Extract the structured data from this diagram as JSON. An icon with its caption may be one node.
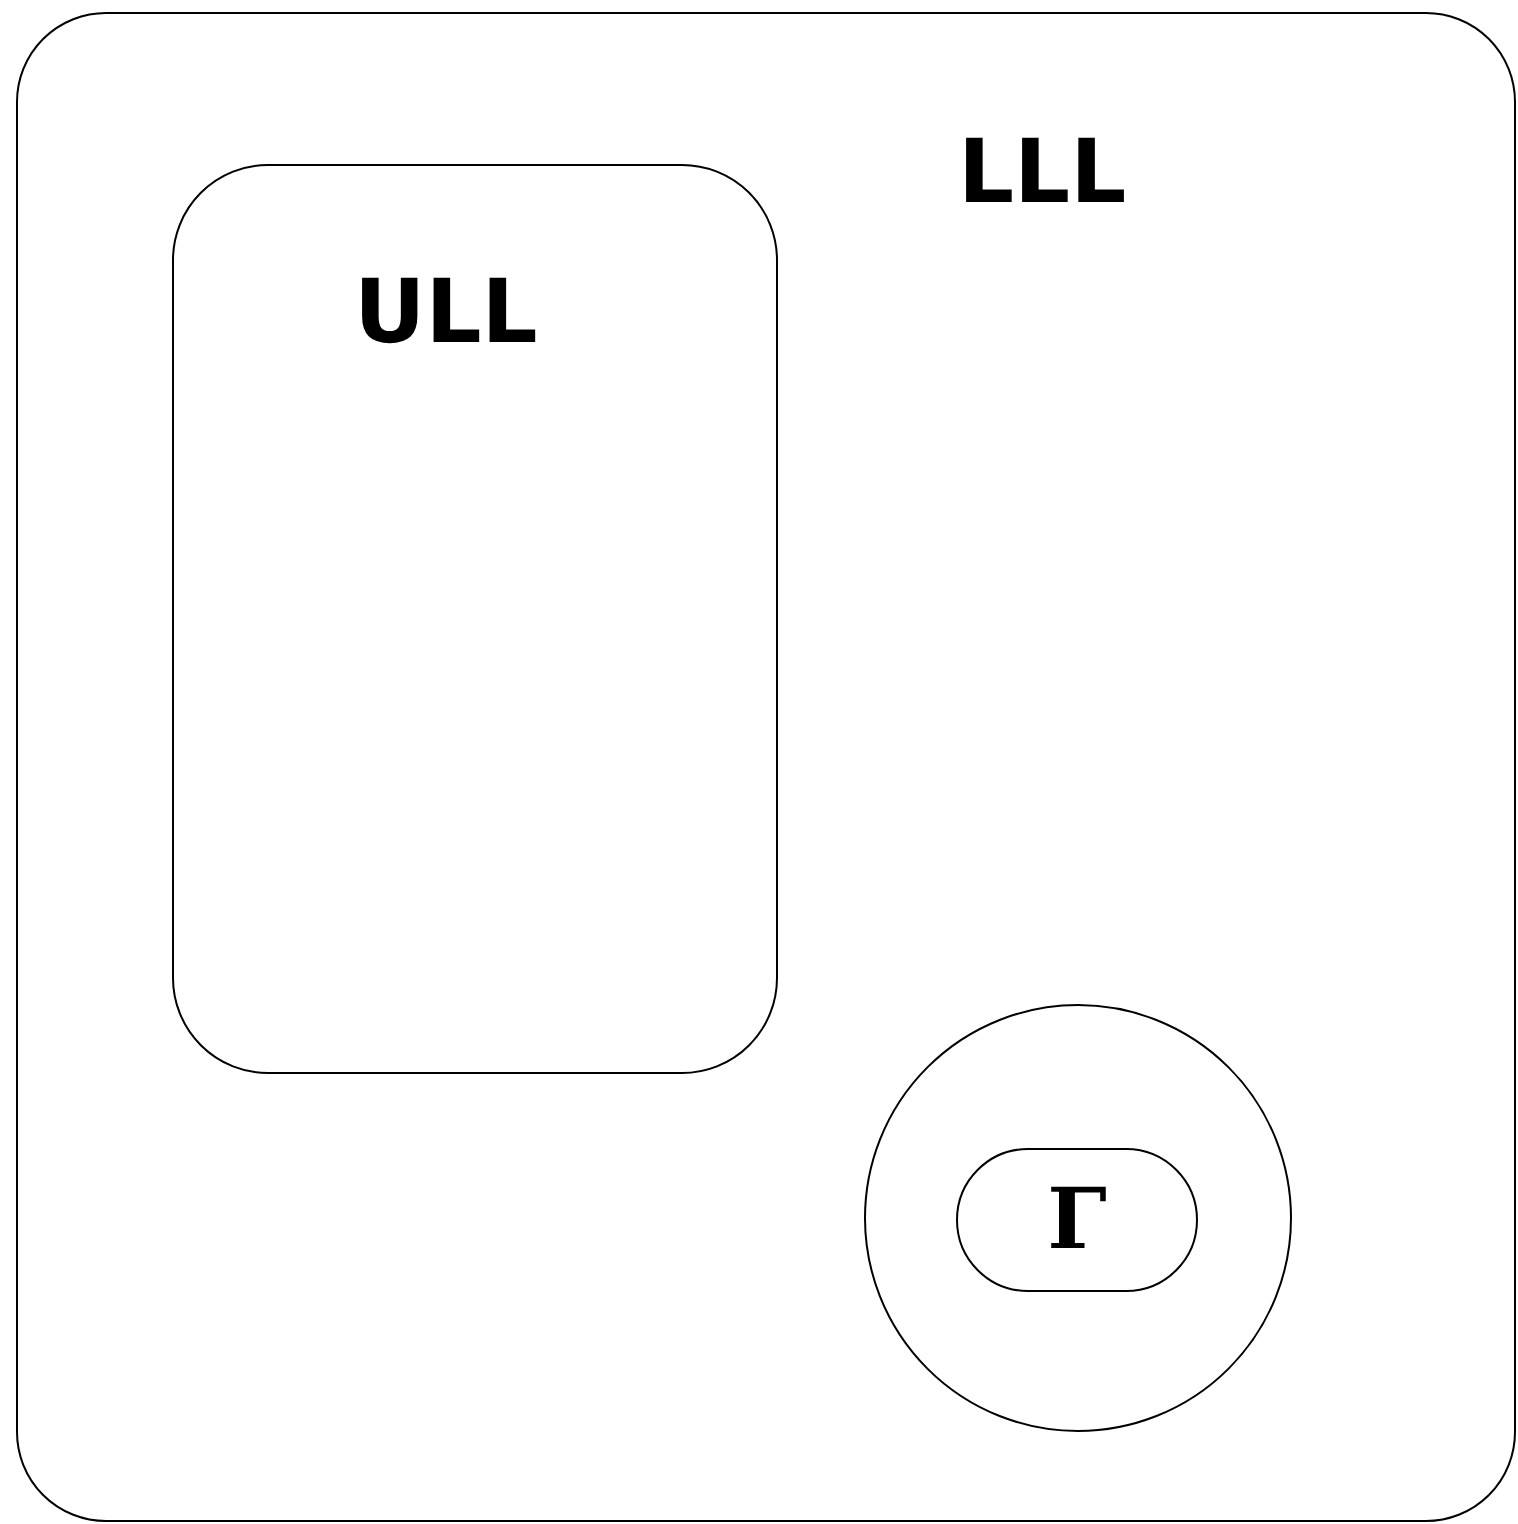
{
  "diagram": {
    "nodes": [
      {
        "text": [
          "LLL"
        ]
      },
      {
        "text": [
          "ULL"
        ],
        "in": 0
      },
      {
        "text": [],
        "shape": "circle",
        "in": 0
      },
      {
        "text": [
          "Γ"
        ],
        "in": 2
      }
    ]
  }
}
